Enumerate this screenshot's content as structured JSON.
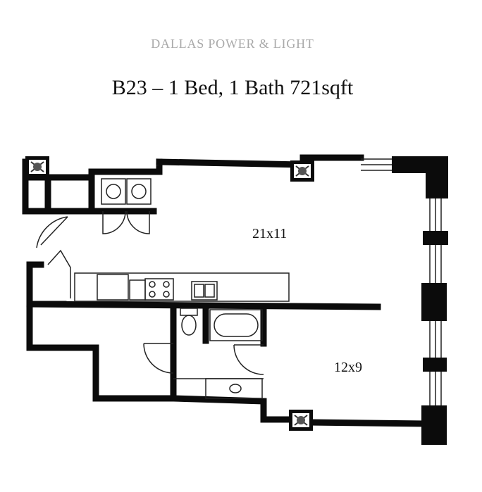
{
  "header": {
    "brand": "DALLAS POWER & LIGHT",
    "title": "B23 – 1 Bed, 1 Bath 721sqft"
  },
  "rooms": {
    "living": "21x11",
    "bedroom": "12x9"
  },
  "colors": {
    "wall": "#0b0b0b",
    "fixture_line": "#222222",
    "brand_text": "#a9a9a9"
  }
}
